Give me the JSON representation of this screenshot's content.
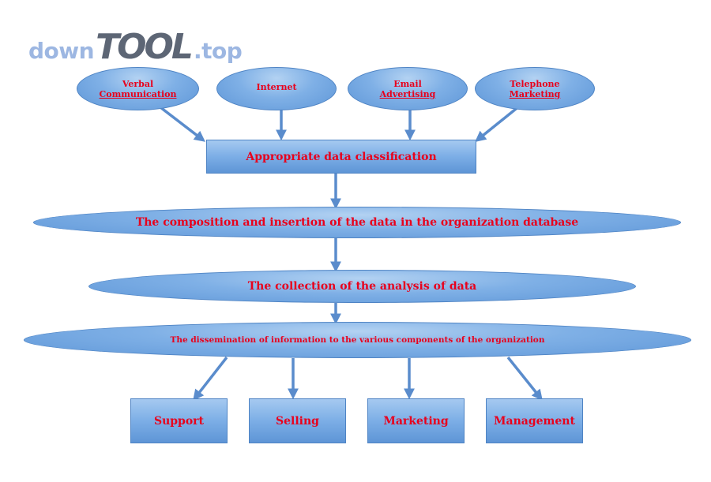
{
  "watermark": {
    "part1": "down",
    "part2": "TOOL",
    "part3": ".top"
  },
  "sources": [
    {
      "line1": "Verbal",
      "line2": "Communication"
    },
    {
      "line1": "Internet",
      "line2": ""
    },
    {
      "line1": "Email",
      "line2": "Advertising"
    },
    {
      "line1": "Telephone",
      "line2": "Marketing"
    }
  ],
  "classification": "Appropriate data classification",
  "composition": "The composition and insertion of the data in the organization database",
  "collection": "The collection of the analysis of data",
  "dissemination": "The dissemination of information to the various components of the organization",
  "components": [
    "Support",
    "Selling",
    "Marketing",
    "Management"
  ],
  "colors": {
    "label": "#e8001c",
    "shape_fill": "#7fb0e6",
    "shape_border": "#4f84c4",
    "arrow": "#5a8ccc"
  }
}
